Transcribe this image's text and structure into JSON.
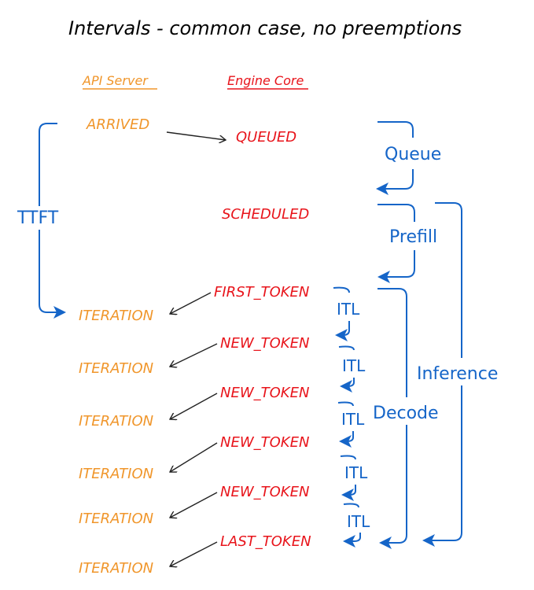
{
  "title": "Intervals - common case, no preemptions",
  "columns": {
    "api_server": "API Server",
    "engine_core": "Engine Core"
  },
  "colors": {
    "api": "#f0962b",
    "engine": "#e8141b",
    "interval": "#1565c8",
    "arrow": "#222222"
  },
  "api_events": {
    "arrived": "ARRIVED",
    "iteration": "ITERATION"
  },
  "engine_events": {
    "queued": "QUEUED",
    "scheduled": "SCHEDULED",
    "first_token": "FIRST_TOKEN",
    "new_token": "NEW_TOKEN",
    "last_token": "LAST_TOKEN"
  },
  "intervals": {
    "ttft": "TTFT",
    "queue": "Queue",
    "prefill": "Prefill",
    "decode": "Decode",
    "inference": "Inference",
    "itl": "ITL"
  }
}
